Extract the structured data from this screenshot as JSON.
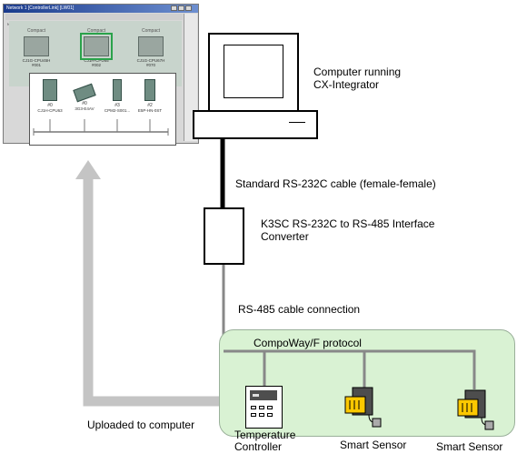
{
  "window": {
    "title": "Network 1 [ControllerLink] [LW01]",
    "menu_text": "Network 1 [ControllerLink] [LW01]",
    "nodes": [
      {
        "name": "Compact",
        "desc": "CJ1G-CPU45H",
        "sub": "#001"
      },
      {
        "name": "Compact",
        "desc": "CJ1H-CPU65",
        "sub": "#002"
      },
      {
        "name": "Compact",
        "desc": "CJ1G-CPU67H",
        "sub": "#070"
      }
    ],
    "devices": [
      {
        "num": "#0",
        "name": "CJ1H-CPU63"
      },
      {
        "num": "#0",
        "name": "3G3-E4AV"
      },
      {
        "num": "#3",
        "name": "CPM2-S001..."
      },
      {
        "num": "#2",
        "name": "E5P-HN-0ST"
      }
    ]
  },
  "labels": {
    "computer": "Computer running\nCX-Integrator",
    "cable232": "Standard RS-232C cable (female-female)",
    "converter": "K3SC RS-232C to RS-485 Interface\nConverter",
    "cable485": "RS-485 cable connection",
    "protocol": "CompoWay/F protocol",
    "uploaded": "Uploaded to computer",
    "temp_controller": "Temperature\nController",
    "sensor1": "Smart Sensor",
    "sensor2": "Smart Sensor"
  },
  "colors": {
    "arrow": "#c4c4c4",
    "network_area": "#d9f2d3",
    "bus_line": "#888888",
    "sensor_body": "#fcc800"
  }
}
